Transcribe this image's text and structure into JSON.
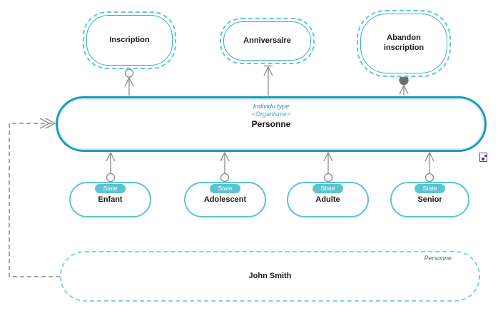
{
  "colors": {
    "main_border": "#1a9db4",
    "state_border": "#5bc5cf",
    "event_inner_border": "#35b1c3",
    "event_outer_border": "#5fc8d8",
    "instance_border": "#7fd4de",
    "connector_gray": "#8c8c8c",
    "dashed_connector_gray": "#a6a6a6",
    "badge_bg": "#5bc5cf",
    "badge_text": "#ffffff",
    "stereotype_text": "#2e93ab"
  },
  "events": [
    {
      "label": "Inscription"
    },
    {
      "label": "Anniversaire"
    },
    {
      "label": "Abandon inscription"
    }
  ],
  "main_node": {
    "type_label": "Individu type",
    "stereotype": "<Organisme>",
    "name": "Personne"
  },
  "states": [
    {
      "badge": "State",
      "label": "Enfant"
    },
    {
      "badge": "State",
      "label": "Adolescent"
    },
    {
      "badge": "State",
      "label": "Adulte"
    },
    {
      "badge": "State",
      "label": "Senior"
    }
  ],
  "instance": {
    "type_label": "Personne",
    "name": "John Smith"
  }
}
